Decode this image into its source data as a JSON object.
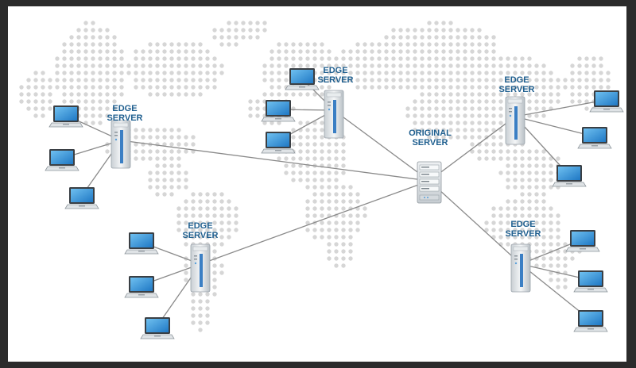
{
  "labels": {
    "edge_server": [
      "EDGE",
      "SERVER"
    ],
    "original_server": [
      "ORIGINAL",
      "SERVER"
    ]
  },
  "colors": {
    "frame": "#2b2b2b",
    "background": "#ffffff",
    "map_dots": "#d6d6d6",
    "links": "#8a8a8a",
    "label_text": "#1f5f8f",
    "laptop_screen": "#2f8fd6",
    "server_body": "#d9dde0",
    "server_accent": "#3b7fc4"
  },
  "icons": {
    "edge_server": "tower-server-icon",
    "original_server": "rack-server-icon",
    "client": "laptop-icon",
    "background": "world-map-dots"
  }
}
